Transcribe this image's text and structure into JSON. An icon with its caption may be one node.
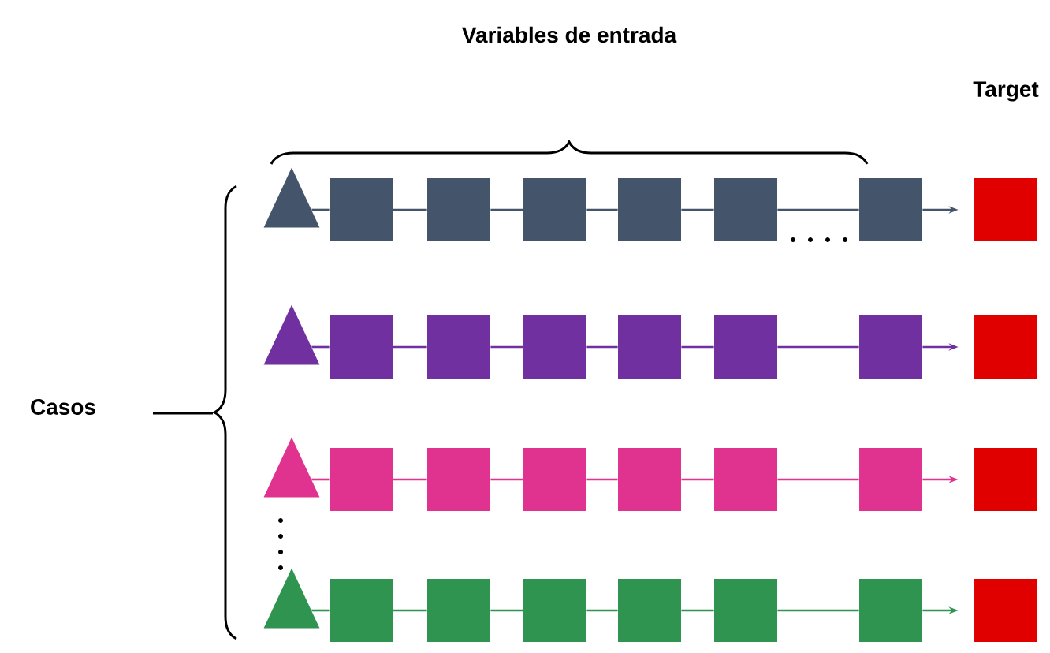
{
  "diagram": {
    "nodes": [
      {
        "text": [],
        "shape": "triangle"
      },
      {
        "text": [],
        "shape": "box"
      },
      {
        "text": [],
        "shape": "box"
      },
      {
        "text": [],
        "shape": "box"
      },
      {
        "text": [],
        "shape": "box"
      },
      {
        "text": [],
        "shape": "box"
      },
      {
        "text": [],
        "shape": "box"
      },
      {
        "text": [],
        "shape": "box"
      },
      {
        "text": [],
        "shape": "triangle"
      },
      {
        "text": [],
        "shape": "box"
      },
      {
        "text": [],
        "shape": "box"
      },
      {
        "text": [],
        "shape": "box"
      },
      {
        "text": [],
        "shape": "box"
      },
      {
        "text": [],
        "shape": "box"
      },
      {
        "text": [],
        "shape": "box"
      },
      {
        "text": [],
        "shape": "box"
      },
      {
        "text": [],
        "shape": "triangle"
      },
      {
        "text": [],
        "shape": "box"
      },
      {
        "text": [],
        "shape": "box"
      },
      {
        "text": [],
        "shape": "box"
      },
      {
        "text": [],
        "shape": "box"
      },
      {
        "text": [],
        "shape": "box"
      },
      {
        "text": [],
        "shape": "box"
      },
      {
        "text": [],
        "shape": "box"
      },
      {
        "text": [],
        "shape": "triangle"
      },
      {
        "text": [],
        "shape": "box"
      },
      {
        "text": [],
        "shape": "box"
      },
      {
        "text": [],
        "shape": "box"
      },
      {
        "text": [],
        "shape": "box"
      },
      {
        "text": [],
        "shape": "box"
      },
      {
        "text": [],
        "shape": "box"
      },
      {
        "text": [],
        "shape": "box"
      }
    ],
    "edges": [
      {
        "from": 0,
        "to": 1,
        "arrow": "none",
        "color": "#44546a"
      },
      {
        "from": 1,
        "to": 2,
        "arrow": "none",
        "color": "#44546a"
      },
      {
        "from": 2,
        "to": 3,
        "arrow": "none",
        "color": "#44546a"
      },
      {
        "from": 3,
        "to": 4,
        "arrow": "none",
        "color": "#44546a"
      },
      {
        "from": 4,
        "to": 5,
        "arrow": "none",
        "color": "#44546a"
      },
      {
        "from": 5,
        "to": 6,
        "arrow": "none",
        "color": "#44546a"
      },
      {
        "from": 6,
        "to": 7,
        "arrow": "to",
        "color": "#44546a"
      },
      {
        "from": 8,
        "to": 9,
        "arrow": "none",
        "color": "#7030a0"
      },
      {
        "from": 9,
        "to": 10,
        "arrow": "none",
        "color": "#7030a0"
      },
      {
        "from": 10,
        "to": 11,
        "arrow": "none",
        "color": "#7030a0"
      },
      {
        "from": 11,
        "to": 12,
        "arrow": "none",
        "color": "#7030a0"
      },
      {
        "from": 12,
        "to": 13,
        "arrow": "none",
        "color": "#7030a0"
      },
      {
        "from": 13,
        "to": 14,
        "arrow": "none",
        "color": "#7030a0"
      },
      {
        "from": 14,
        "to": 15,
        "arrow": "to",
        "color": "#7030a0"
      },
      {
        "from": 16,
        "to": 17,
        "arrow": "none",
        "color": "#e0338f"
      },
      {
        "from": 17,
        "to": 18,
        "arrow": "none",
        "color": "#e0338f"
      },
      {
        "from": 18,
        "to": 19,
        "arrow": "none",
        "color": "#e0338f"
      },
      {
        "from": 19,
        "to": 20,
        "arrow": "none",
        "color": "#e0338f"
      },
      {
        "from": 20,
        "to": 21,
        "arrow": "none",
        "color": "#e0338f"
      },
      {
        "from": 21,
        "to": 22,
        "arrow": "none",
        "color": "#e0338f"
      },
      {
        "from": 22,
        "to": 23,
        "arrow": "to",
        "color": "#e0338f"
      },
      {
        "from": 24,
        "to": 25,
        "arrow": "none",
        "color": "#2e9450"
      },
      {
        "from": 25,
        "to": 26,
        "arrow": "none",
        "color": "#2e9450"
      },
      {
        "from": 26,
        "to": 27,
        "arrow": "none",
        "color": "#2e9450"
      },
      {
        "from": 27,
        "to": 28,
        "arrow": "none",
        "color": "#2e9450"
      },
      {
        "from": 28,
        "to": 29,
        "arrow": "none",
        "color": "#2e9450"
      },
      {
        "from": 29,
        "to": 30,
        "arrow": "none",
        "color": "#2e9450"
      },
      {
        "from": 30,
        "to": 31,
        "arrow": "to",
        "color": "#2e9450"
      }
    ],
    "labels": [
      "Variables de entrada",
      "Target",
      "Casos"
    ]
  }
}
